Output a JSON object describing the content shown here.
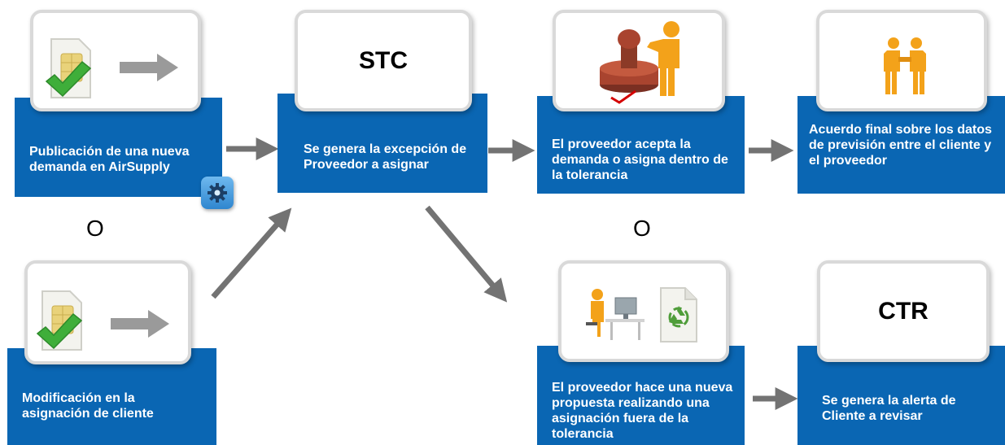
{
  "steps": {
    "publication": {
      "text": "Publicación de una nueva demanda en AirSupply"
    },
    "modification": {
      "text": "Modificación en la asignación de cliente"
    },
    "stc": {
      "code": "STC",
      "text": "Se genera la excepción de Proveedor a asignar"
    },
    "accept": {
      "text": "El proveedor acepta la demanda o asigna dentro de la tolerancia"
    },
    "agreement": {
      "text": "Acuerdo final sobre los datos de previsión entre el cliente y el proveedor"
    },
    "proposal": {
      "text": "El proveedor hace una nueva propuesta realizando una asignación fuera de la tolerancia"
    },
    "ctr": {
      "code": "CTR",
      "text": "Se genera la alerta de Cliente a revisar"
    }
  },
  "or_labels": [
    "O",
    "O"
  ],
  "icons": {
    "doc_check": "document-check-icon",
    "arrow": "gray-arrow-icon",
    "gear": "gear-icon",
    "stamp": "stamp-approval-icon",
    "handshake": "handshake-icon",
    "worker": "person-at-desk-icon",
    "recycle": "recycle-document-icon"
  },
  "colors": {
    "box_blue": "#0a66b3",
    "arrow_gray": "#737373",
    "check_green": "#3fae3a"
  }
}
